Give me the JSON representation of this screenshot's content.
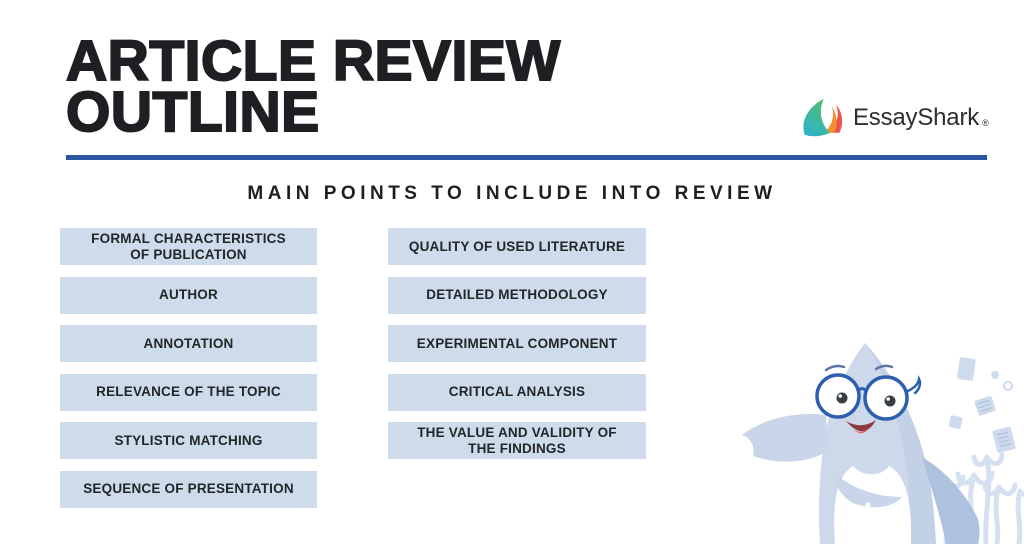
{
  "header": {
    "title_line1": "ARTICLE REVIEW",
    "title_line2": "OUTLINE",
    "subtitle": "MAIN POINTS TO INCLUDE INTO REVIEW"
  },
  "logo": {
    "name": "EssayShark",
    "registered": "®"
  },
  "outline": {
    "left": [
      "FORMAL CHARACTERISTICS\nOF PUBLICATION",
      "AUTHOR",
      "ANNOTATION",
      "RELEVANCE OF THE TOPIC",
      "STYLISTIC MATCHING",
      "SEQUENCE OF PRESENTATION"
    ],
    "right": [
      "QUALITY OF USED LITERATURE",
      "DETAILED METHODOLOGY",
      "EXPERIMENTAL COMPONENT",
      "CRITICAL ANALYSIS",
      "THE VALUE AND VALIDITY OF\nTHE FINDINGS"
    ]
  },
  "icons": {
    "logo_icon": "shark-fin-icon",
    "mascot": "shark-with-glasses-mascot"
  },
  "colors": {
    "accent_blue": "#2c55a4",
    "box_fill": "#cddbea",
    "title_text": "#1d1f22",
    "mascot_body": "#cdd9ea",
    "glasses_blue": "#2e5fae",
    "logo_teal": "#2eb3cd",
    "logo_green": "#4fbc6e",
    "logo_orange": "#f5902e",
    "logo_red": "#e8564f"
  }
}
